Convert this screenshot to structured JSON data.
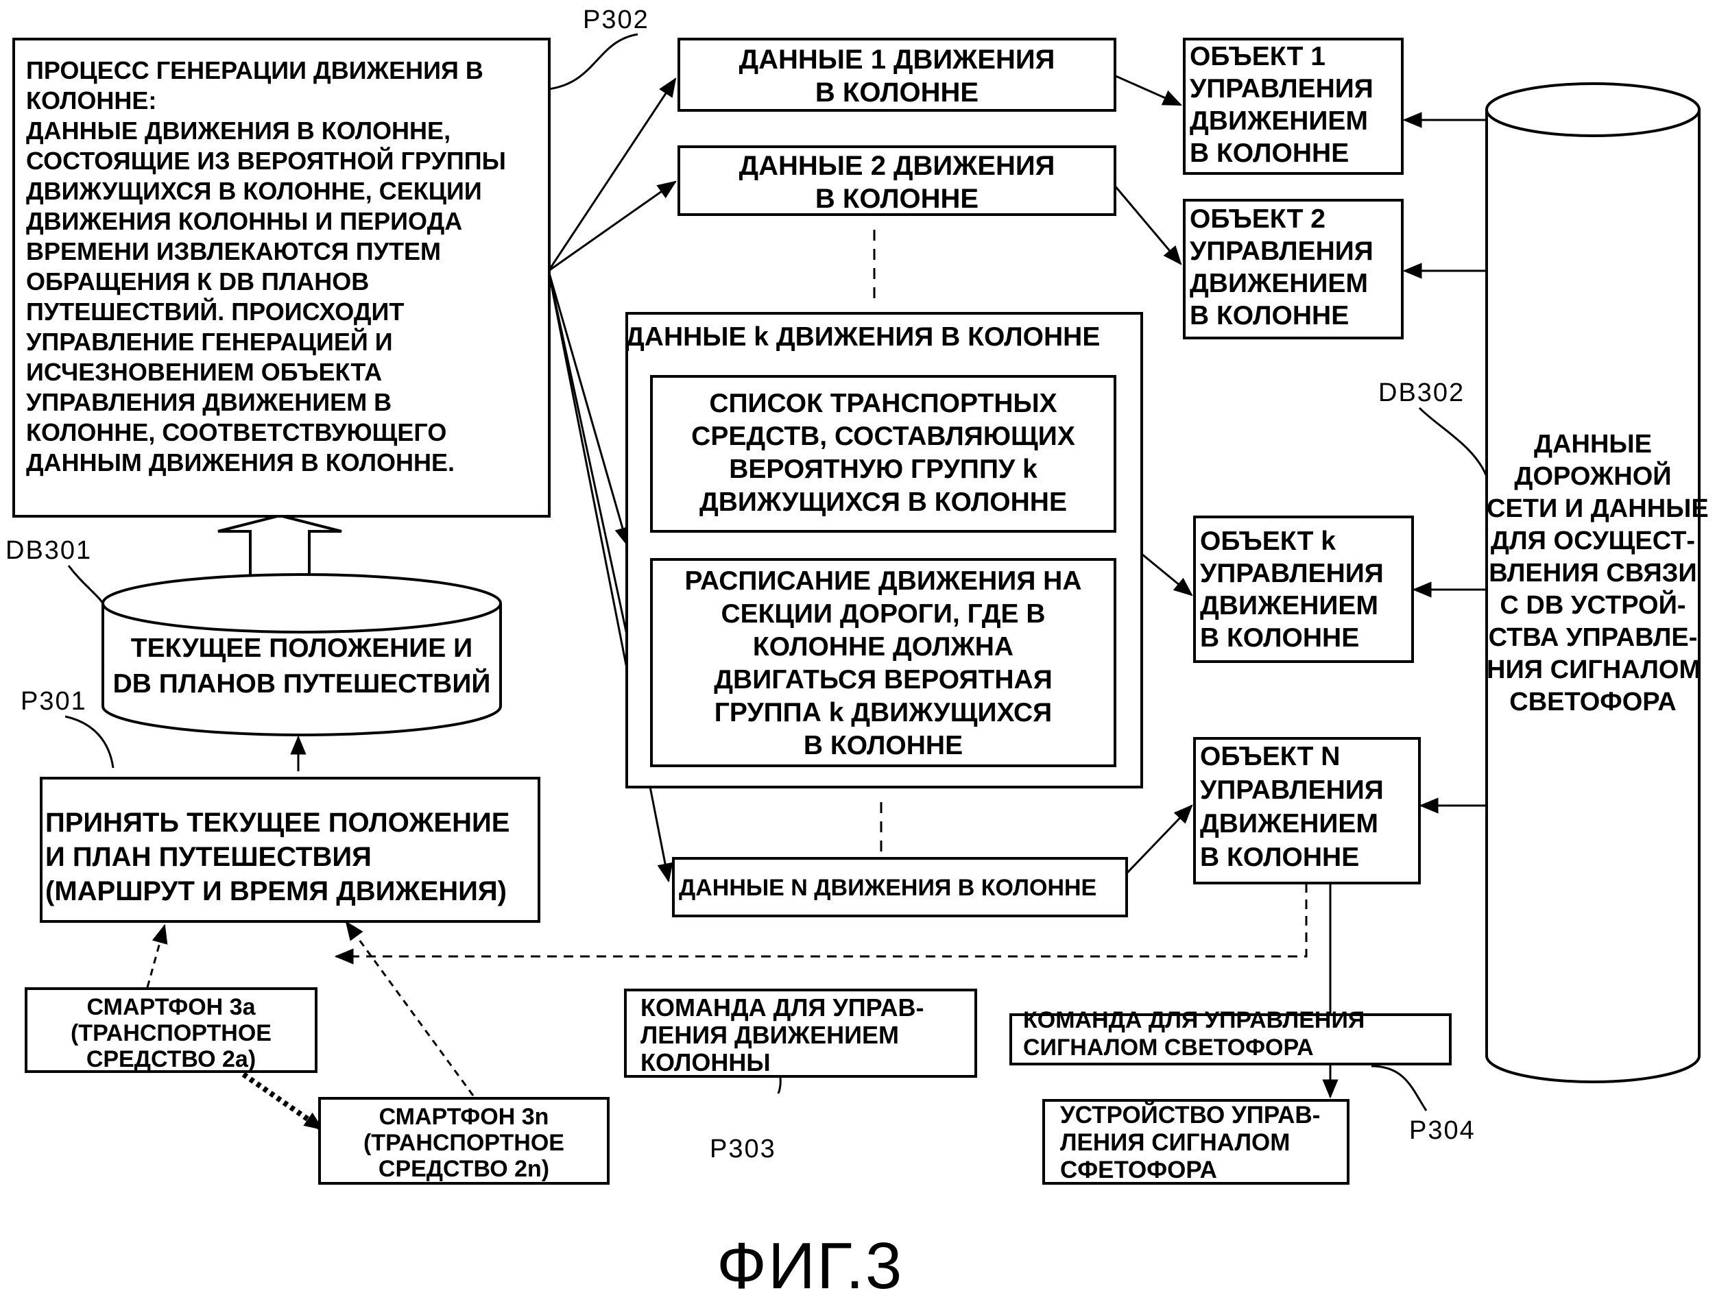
{
  "labels": {
    "p302": "P302",
    "p301": "P301",
    "p303": "P303",
    "p304": "P304",
    "db301": "DB301",
    "db302": "DB302"
  },
  "figure_caption": "ФИГ.3",
  "process_box": "ПРОЦЕСС ГЕНЕРАЦИИ ДВИЖЕНИЯ В\nКОЛОННЕ:\nДАННЫЕ ДВИЖЕНИЯ В КОЛОННЕ,\nСОСТОЯЩИЕ ИЗ ВЕРОЯТНОЙ ГРУППЫ\nДВИЖУЩИХСЯ В КОЛОННЕ, СЕКЦИИ\nДВИЖЕНИЯ КОЛОННЫ И ПЕРИОДА\nВРЕМЕНИ ИЗВЛЕКАЮТСЯ ПУТЕМ\nОБРАЩЕНИЯ К DB ПЛАНОВ\nПУТЕШЕСТВИЙ. ПРОИСХОДИТ\nУПРАВЛЕНИЕ ГЕНЕРАЦИЕЙ И\nИСЧЕЗНОВЕНИЕМ ОБЪЕКТА\nУПРАВЛЕНИЯ ДВИЖЕНИЕМ В\nКОЛОННЕ, СООТВЕТСТВУЮЩЕГО\nДАННЫМ ДВИЖЕНИЯ В КОЛОННЕ.",
  "db301_text": "ТЕКУЩЕЕ ПОЛОЖЕНИЕ И\nDB ПЛАНОВ ПУТЕШЕСТВИЙ",
  "receive_box": "ПРИНЯТЬ ТЕКУЩЕЕ ПОЛОЖЕНИЕ\nИ ПЛАН ПУТЕШЕСТВИЯ\n(МАРШРУТ И ВРЕМЯ ДВИЖЕНИЯ)",
  "smartphone_a": "СМАРТФОН 3а\n(ТРАНСПОРТНОЕ\nСРЕДСТВО 2а)",
  "smartphone_n": "СМАРТФОН 3n\n(ТРАНСПОРТНОЕ\nСРЕДСТВО 2n)",
  "data1": "ДАННЫЕ 1 ДВИЖЕНИЯ\nВ КОЛОННЕ",
  "data2": "ДАННЫЕ 2 ДВИЖЕНИЯ\nВ КОЛОННЕ",
  "datak_title": "ДАННЫЕ k ДВИЖЕНИЯ В КОЛОННЕ",
  "datak_list": "СПИСОК ТРАНСПОРТНЫХ\nСРЕДСТВ, СОСТАВЛЯЮЩИХ\nВЕРОЯТНУЮ ГРУППУ k\nДВИЖУЩИХСЯ В КОЛОННЕ",
  "datak_schedule": "РАСПИСАНИЕ ДВИЖЕНИЯ НА\nСЕКЦИИ ДОРОГИ, ГДЕ В\nКОЛОННЕ ДОЛЖНА\nДВИГАТЬСЯ ВЕРОЯТНАЯ\nГРУППА k ДВИЖУЩИХСЯ\nВ КОЛОННЕ",
  "dataN": "ДАННЫЕ N ДВИЖЕНИЯ В КОЛОННЕ",
  "obj1": "ОБЪЕКТ 1\nУПРАВЛЕНИЯ\nДВИЖЕНИЕМ\nВ КОЛОННЕ",
  "obj2": "ОБЪЕКТ 2\nУПРАВЛЕНИЯ\nДВИЖЕНИЕМ\nВ КОЛОННЕ",
  "objk": "ОБЪЕКТ k\nУПРАВЛЕНИЯ\nДВИЖЕНИЕМ\nВ КОЛОННЕ",
  "objN": "ОБЪЕКТ N\nУПРАВЛЕНИЯ\nДВИЖЕНИЕМ\nВ КОЛОННЕ",
  "db302_text": "ДАННЫЕ\nДОРОЖНОЙ\nСЕТИ И ДАННЫЕ\nДЛЯ ОСУЩЕСТ-\nВЛЕНИЯ СВЯЗИ\nС DB УСТРОЙ-\nСТВА УПРАВЛЕ-\nНИЯ СИГНАЛОМ\nСВЕТОФОРА",
  "cmd_column": "КОМАНДА ДЛЯ УПРАВ-\nЛЕНИЯ ДВИЖЕНИЕМ\nКОЛОННЫ",
  "cmd_signal": "КОМАНДА ДЛЯ УПРАВЛЕНИЯ\nСИГНАЛОМ СВЕТОФОРА",
  "signal_device": "УСТРОЙСТВО УПРАВ-\nЛЕНИЯ СИГНАЛОМ\nСФЕТОФОРА"
}
